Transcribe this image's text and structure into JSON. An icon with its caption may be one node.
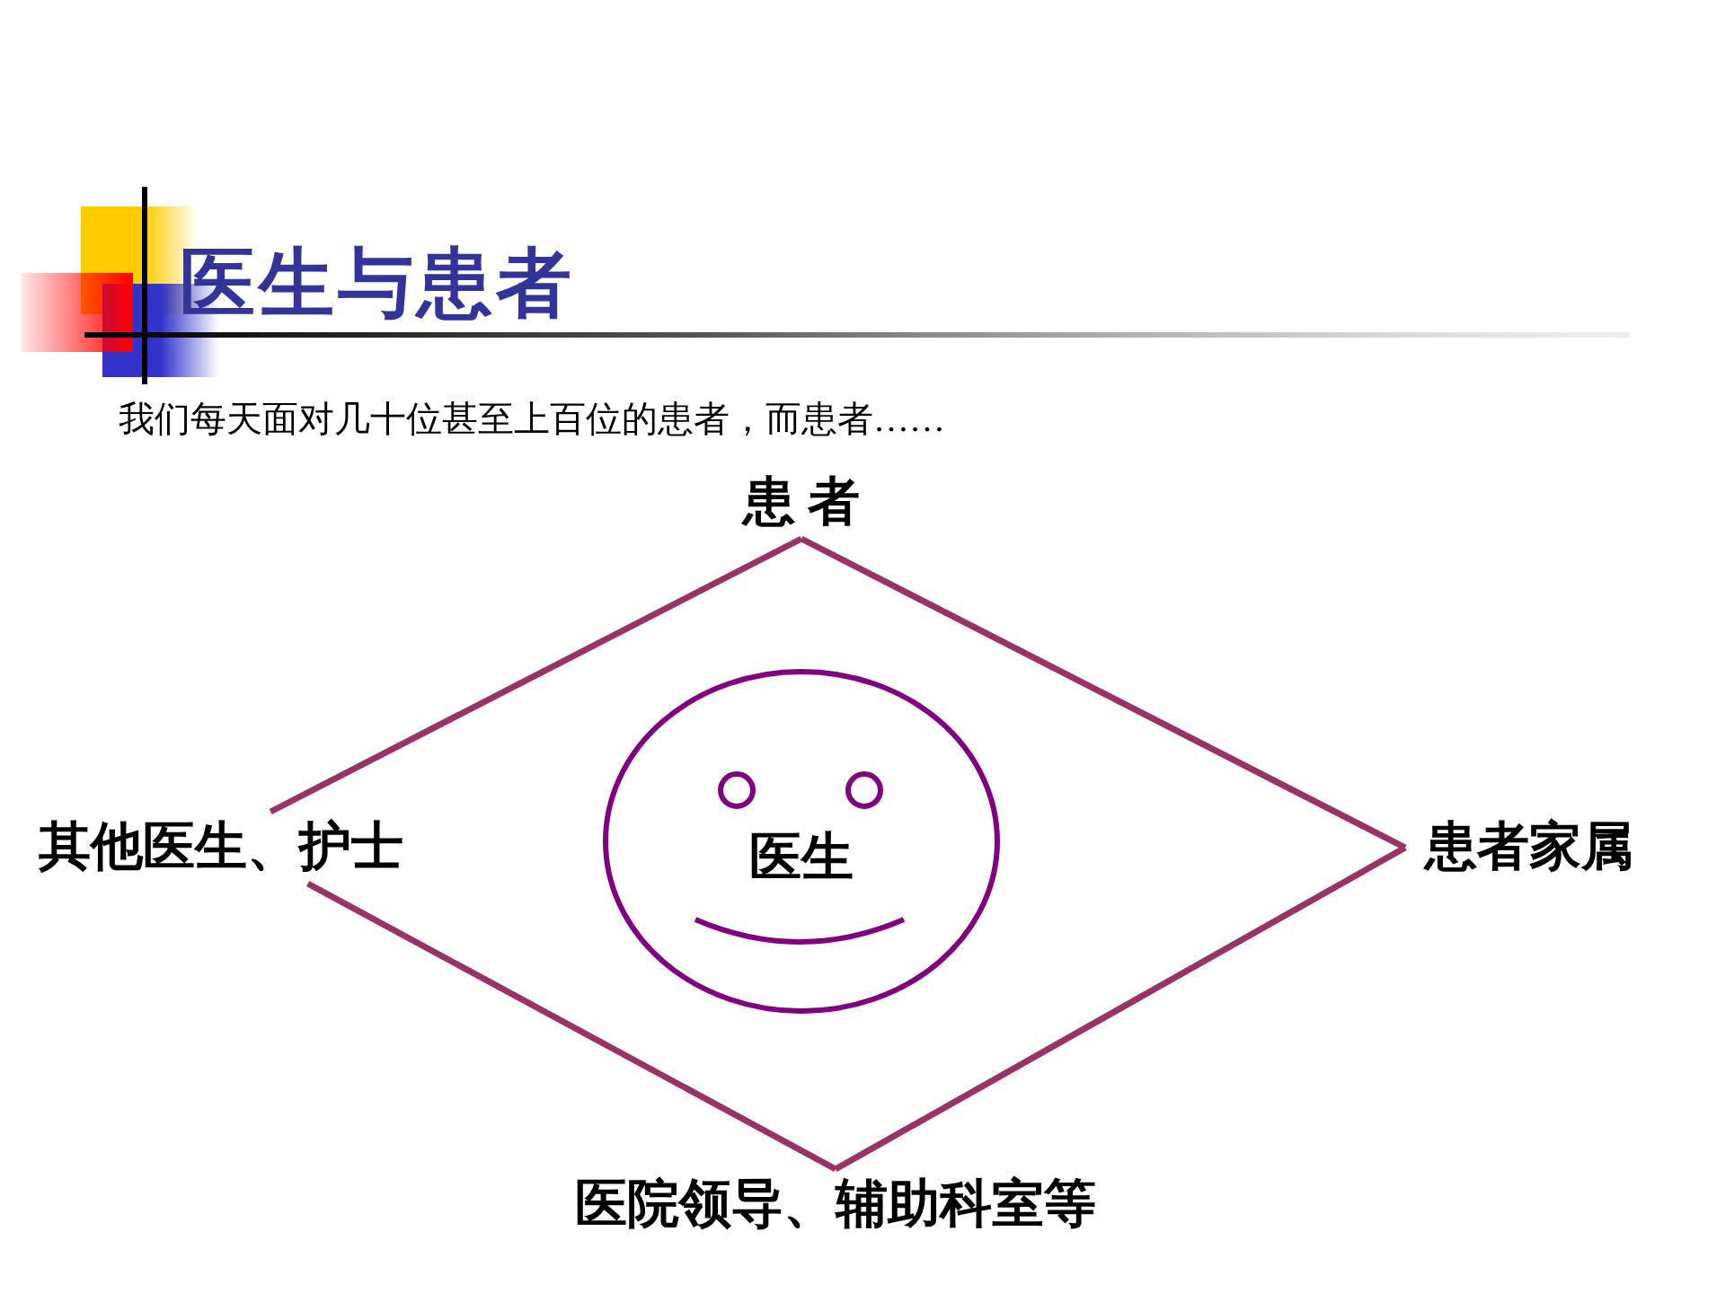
{
  "diagram": {
    "title": "医生与患者",
    "nodes": [
      {
        "text": [
          "患 者"
        ]
      },
      {
        "text": [
          "其他医生、护士"
        ]
      },
      {
        "text": [
          "医生"
        ]
      },
      {
        "text": [
          "患者家属"
        ]
      },
      {
        "text": [
          "医院领导、辅助科室等"
        ]
      }
    ],
    "edges": [
      {
        "from": 0,
        "to": 3,
        "arrow": "none"
      },
      {
        "from": 3,
        "to": 4,
        "arrow": "none"
      },
      {
        "from": 4,
        "to": 1,
        "arrow": "none"
      },
      {
        "from": 1,
        "to": 0,
        "arrow": "none"
      }
    ],
    "labels": [
      "我们每天面对几十位甚至上百位的患者，而患者……"
    ]
  }
}
